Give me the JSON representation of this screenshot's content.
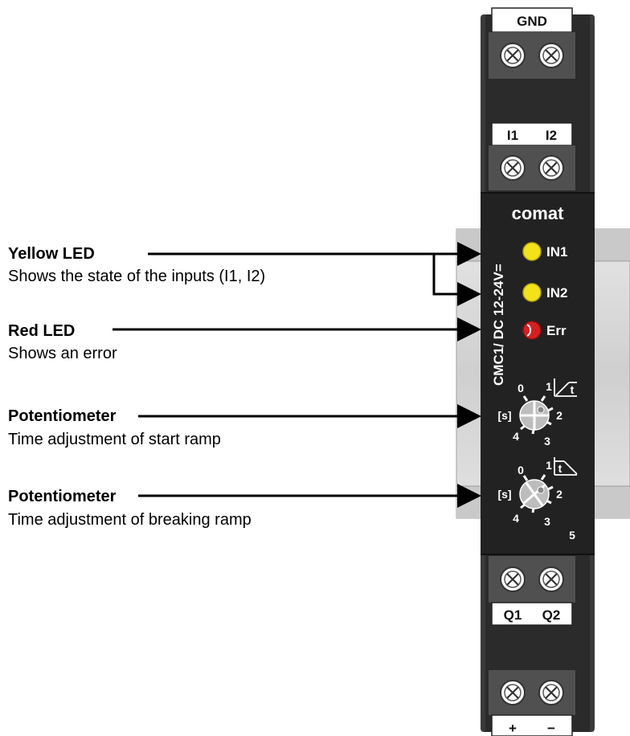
{
  "callouts": [
    {
      "title": "Yellow LED",
      "description": "Shows the state of the inputs (I1, I2)"
    },
    {
      "title": "Red LED",
      "description": "Shows an error"
    },
    {
      "title": "Potentiometer",
      "description": "Time adjustment of start ramp"
    },
    {
      "title": "Potentiometer",
      "description": "Time adjustment of breaking ramp"
    }
  ],
  "device": {
    "brand": "comat",
    "model": "CMC1/ DC 12-24V=",
    "terminals": {
      "top_outer": "GND",
      "top_inner_left": "I1",
      "top_inner_right": "I2",
      "bottom_inner_left": "Q1",
      "bottom_inner_right": "Q2",
      "bottom_outer_left": "+",
      "bottom_outer_right": "−"
    },
    "leds": [
      {
        "label": "IN1",
        "color": "#f2e21a"
      },
      {
        "label": "IN2",
        "color": "#f2e21a"
      },
      {
        "label": "Err",
        "color": "#d42020"
      }
    ],
    "dials": [
      {
        "unit": "[s]",
        "ticks": [
          "0",
          "1",
          "2",
          "3",
          "4"
        ],
        "ramp": "t"
      },
      {
        "unit": "[s]",
        "ticks": [
          "0",
          "1",
          "2",
          "3",
          "4"
        ],
        "ramp": "t"
      }
    ],
    "corner_mark": "5"
  },
  "colors": {
    "body": "#2b2b2b",
    "terminal": "#ffffff",
    "rail": "#d9d9d9"
  }
}
